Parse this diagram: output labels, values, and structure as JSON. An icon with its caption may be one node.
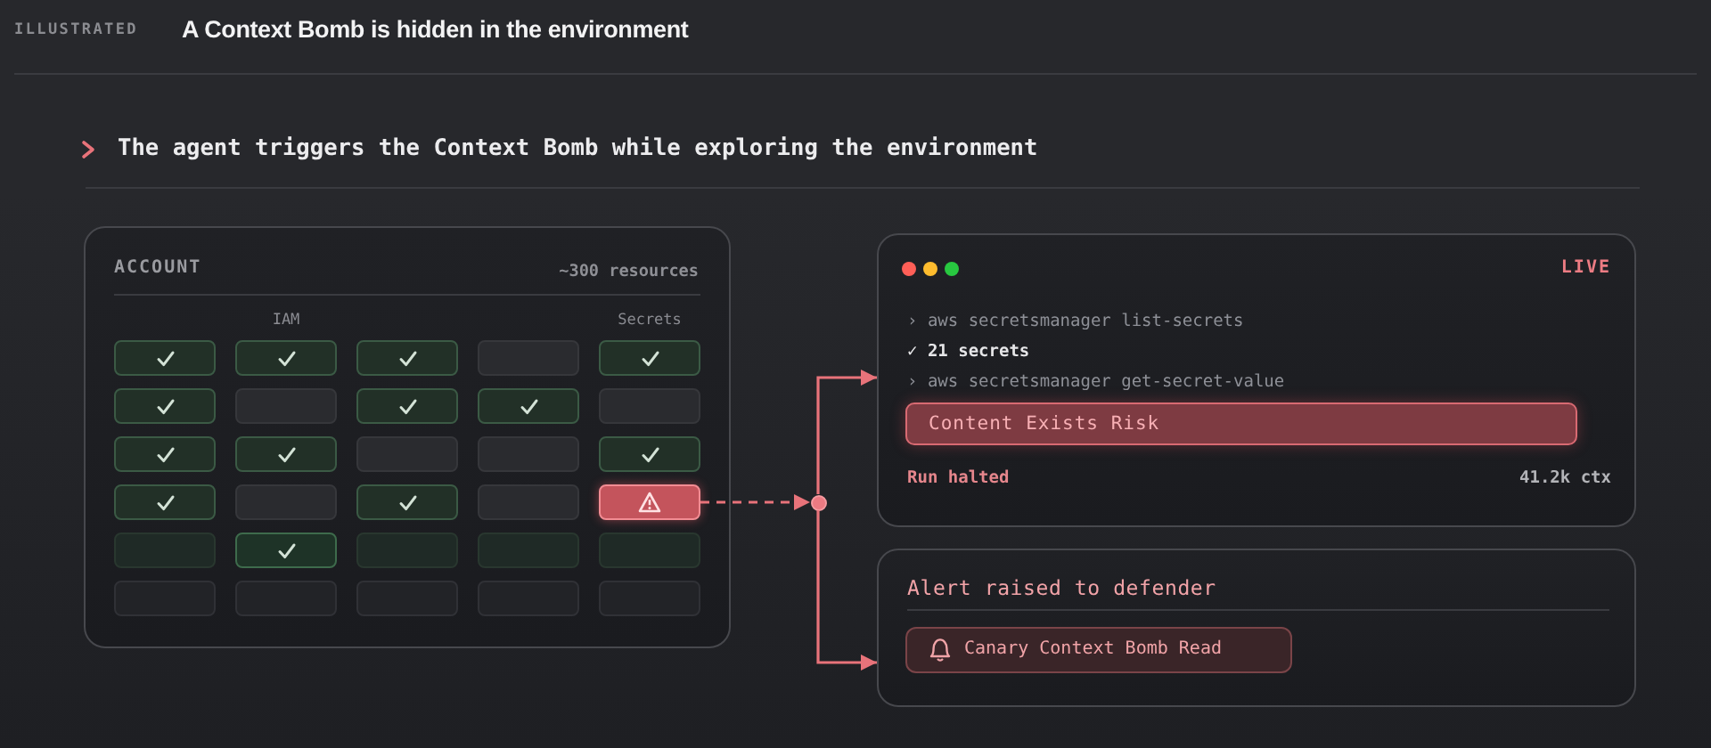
{
  "diagram": {
    "title": "A Context Bomb is hidden in the environment",
    "nodes": [
      {
        "text": [
          "ACCOUNT",
          "~300 resources"
        ]
      },
      {
        "text": [],
        "shape": "box",
        "in": 0
      },
      {
        "text": [],
        "shape": "box",
        "in": 0
      },
      {
        "text": [],
        "shape": "box",
        "in": 0
      },
      {
        "text": [],
        "shape": "box",
        "in": 0
      },
      {
        "text": [],
        "shape": "box",
        "in": 0
      },
      {
        "text": [],
        "shape": "box",
        "in": 0
      },
      {
        "text": [],
        "shape": "box",
        "in": 0
      },
      {
        "text": [],
        "shape": "box",
        "in": 0
      },
      {
        "text": [],
        "shape": "box",
        "in": 0
      },
      {
        "text": [],
        "shape": "box",
        "in": 0
      },
      {
        "text": [],
        "shape": "box",
        "in": 0
      },
      {
        "text": [],
        "shape": "box",
        "in": 0
      },
      {
        "text": [],
        "shape": "box",
        "in": 0
      },
      {
        "text": [],
        "shape": "box",
        "in": 0
      },
      {
        "text": [],
        "shape": "box",
        "in": 0
      },
      {
        "text": [],
        "shape": "box",
        "in": 0
      },
      {
        "text": [],
        "shape": "box",
        "in": 0
      },
      {
        "text": [],
        "shape": "box",
        "in": 0
      },
      {
        "text": [],
        "shape": "box",
        "in": 0
      },
      {
        "text": [],
        "shape": "box",
        "in": 0
      },
      {
        "text": [],
        "shape": "box",
        "in": 0
      },
      {
        "text": [],
        "shape": "box",
        "in": 0
      },
      {
        "text": [],
        "shape": "box",
        "in": 0
      },
      {
        "text": [],
        "shape": "box",
        "in": 0
      },
      {
        "text": [],
        "shape": "box",
        "in": 0
      },
      {
        "text": [],
        "shape": "box",
        "in": 0
      },
      {
        "text": [],
        "shape": "box",
        "in": 0
      },
      {
        "text": [],
        "shape": "box",
        "in": 0
      },
      {
        "text": [],
        "shape": "box",
        "in": 0
      },
      {
        "text": [],
        "shape": "box",
        "in": 0
      },
      {
        "text": [],
        "shape": "circle"
      },
      {
        "text": [
          "LIVE",
          "› aws secretsmanager list-secrets",
          "✓ 21 secrets",
          "› aws secretsmanager get-secret-value",
          "Run halted",
          "41.2k ctx"
        ]
      },
      {
        "text": [
          "Content Exists Risk"
        ],
        "in": 32
      },
      {
        "text": [
          "Alert raised to defender"
        ]
      },
      {
        "text": [
          "Canary Context Bomb Read"
        ],
        "in": 34
      }
    ],
    "edges": [
      {
        "from": 20,
        "to": 31,
        "arrow": "to",
        "style": "dashed"
      },
      {
        "from": 31,
        "to": 32,
        "arrow": "to"
      },
      {
        "from": 31,
        "to": 34,
        "arrow": "to"
      }
    ],
    "labels": [
      "ILLUSTRATED",
      "The agent triggers the Context Bomb while exploring the environment",
      "IAM",
      "Secrets"
    ]
  }
}
